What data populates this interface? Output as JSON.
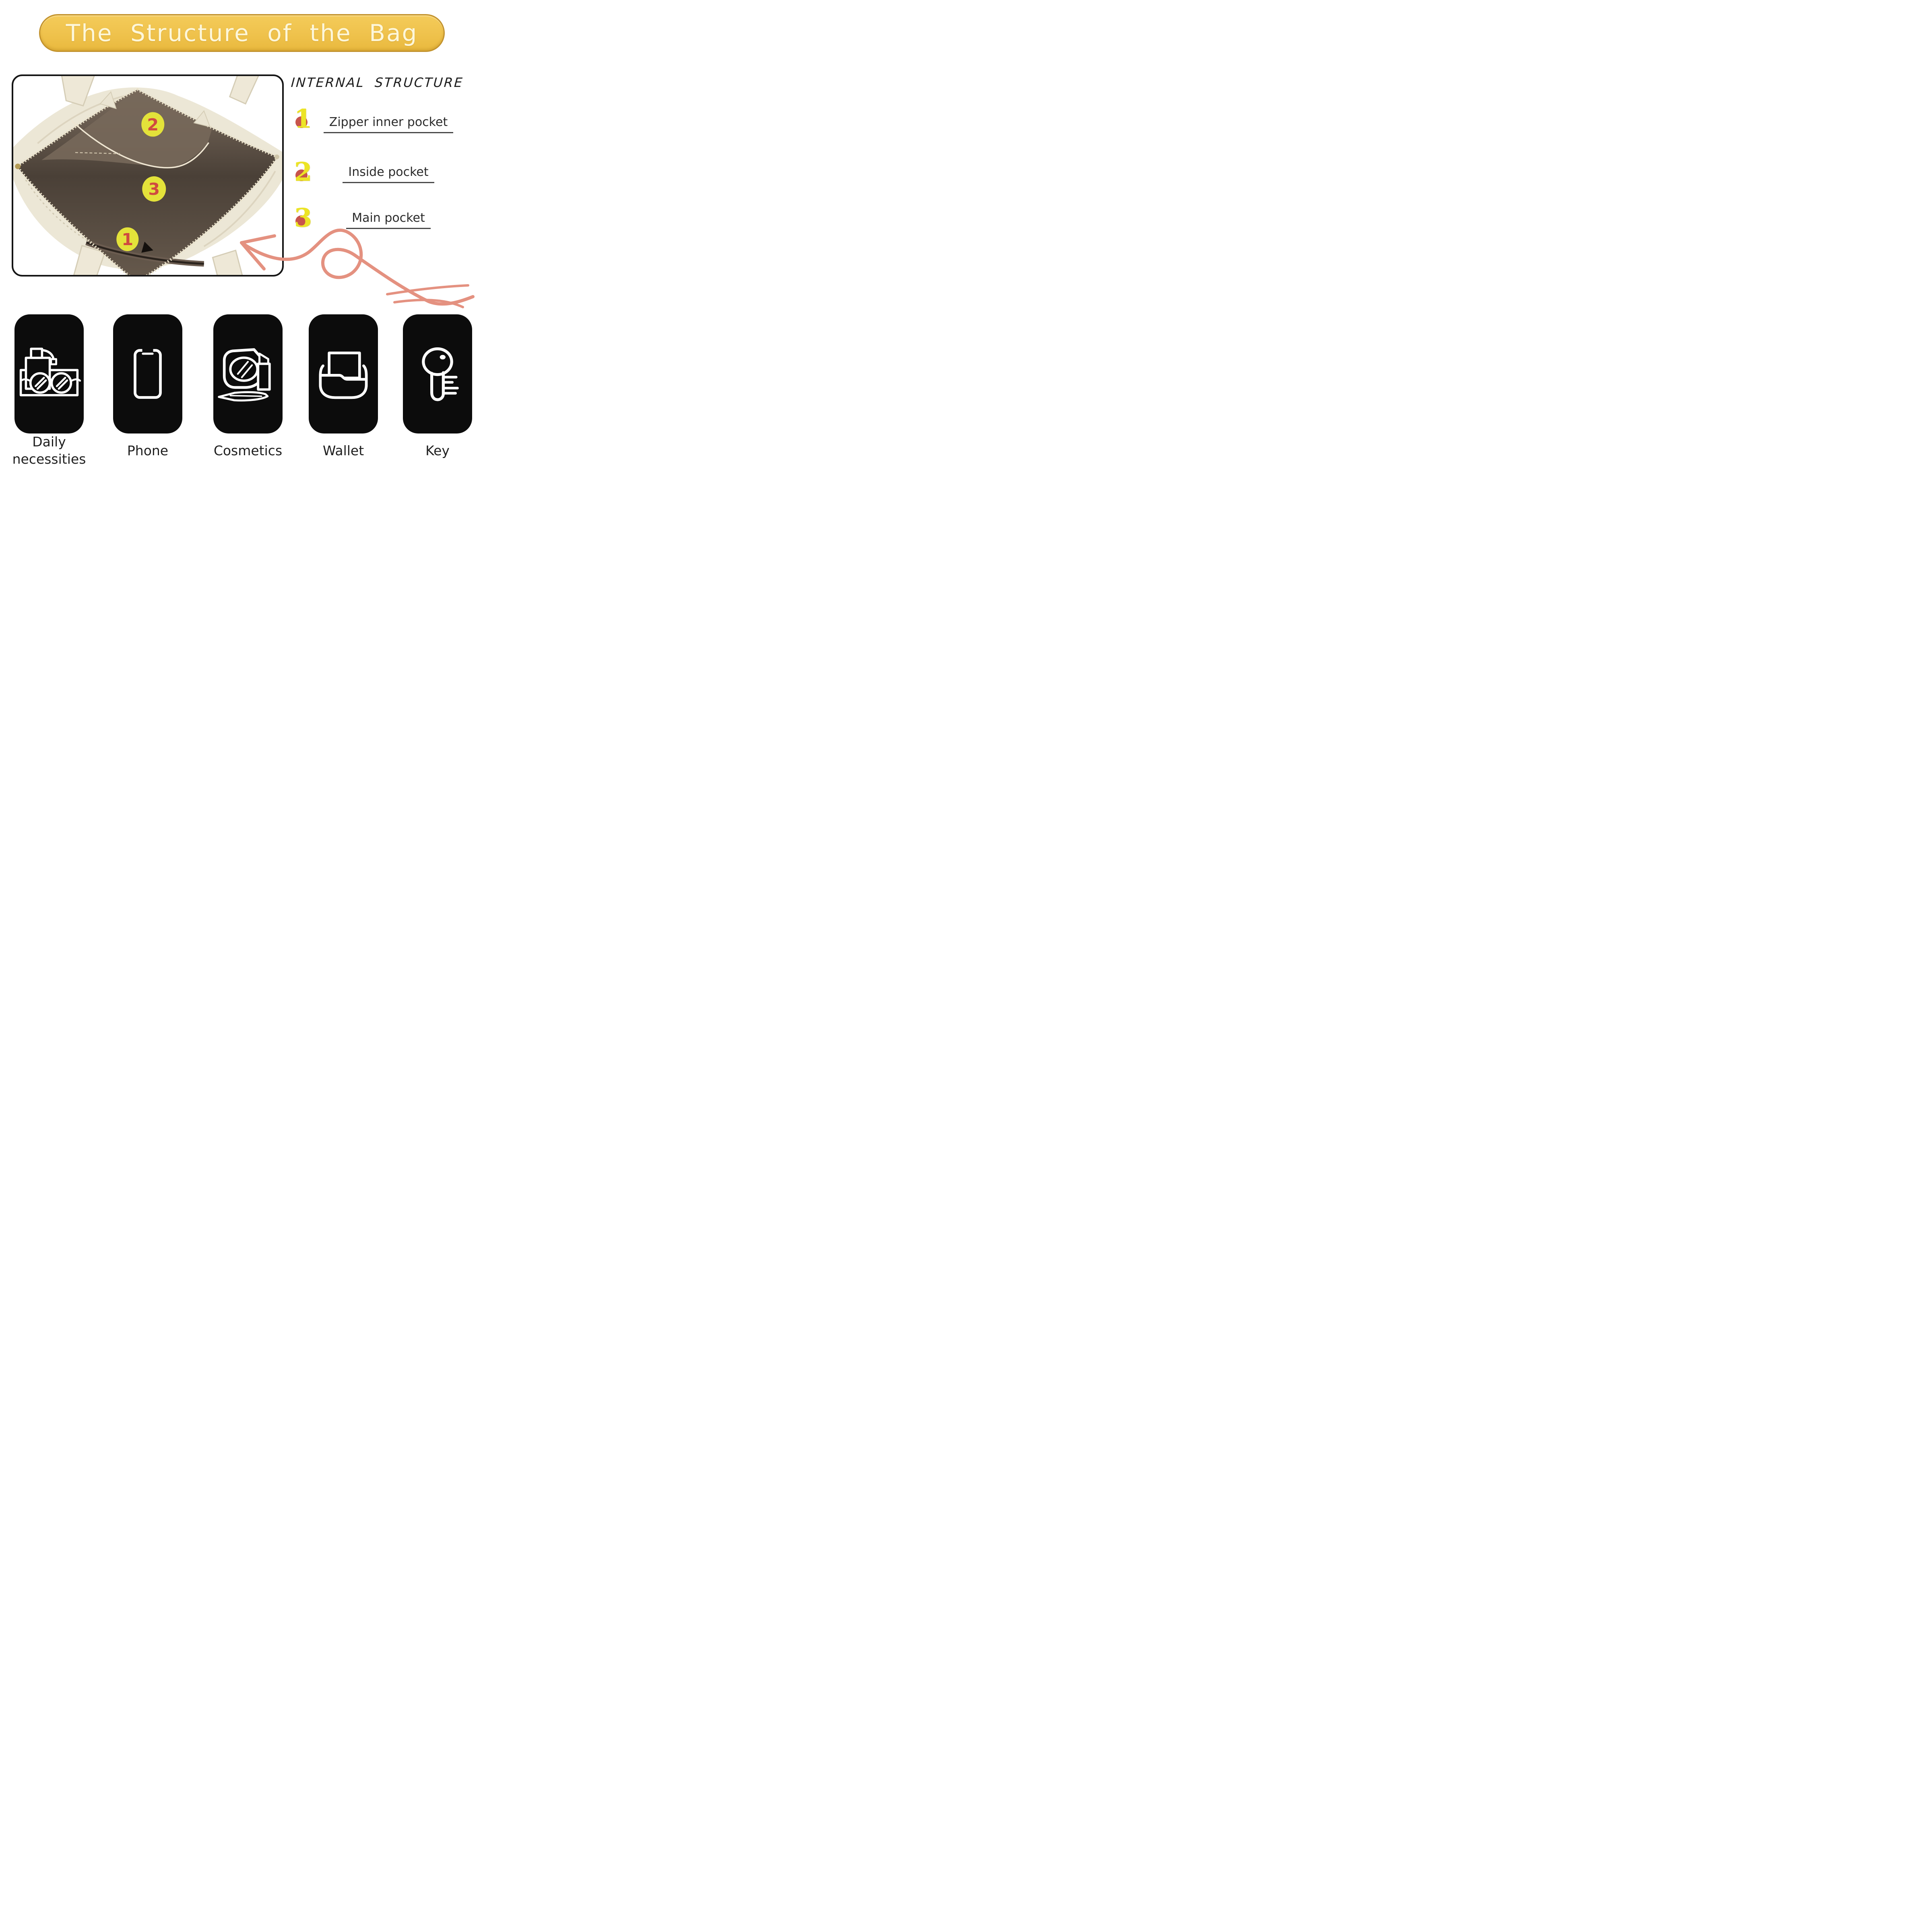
{
  "banner": {
    "title": "The Structure of the Bag"
  },
  "internal": {
    "heading": "INTERNAL STRUCTURE",
    "items": [
      {
        "num": "1",
        "label": "Zipper inner pocket"
      },
      {
        "num": "2",
        "label": "Inside pocket"
      },
      {
        "num": "3",
        "label": "Main pocket"
      }
    ]
  },
  "photo": {
    "callouts": [
      {
        "num": "2",
        "area": "inside pocket flap"
      },
      {
        "num": "3",
        "area": "main pocket cavity"
      },
      {
        "num": "1",
        "area": "zipper inner pocket"
      }
    ]
  },
  "cards": [
    {
      "icon": "daily-necessities-icon",
      "label": "Daily necessities"
    },
    {
      "icon": "phone-icon",
      "label": "Phone"
    },
    {
      "icon": "cosmetics-icon",
      "label": "Cosmetics"
    },
    {
      "icon": "wallet-icon",
      "label": "Wallet"
    },
    {
      "icon": "key-icon",
      "label": "Key"
    }
  ],
  "colors": {
    "banner_bg": "#efc24c",
    "banner_border": "#c2922c",
    "banner_text": "#fdf7da",
    "legend_number_yellow": "#ece426",
    "legend_dot_red": "#c8544c",
    "callout_circle_yellow": "#e3e23a",
    "callout_number_red": "#cf4a40",
    "arrow_coral": "#e49180",
    "card_black": "#0c0c0c",
    "bag_cream": "#ece7d6",
    "bag_interior_brown": "#4a4037"
  }
}
